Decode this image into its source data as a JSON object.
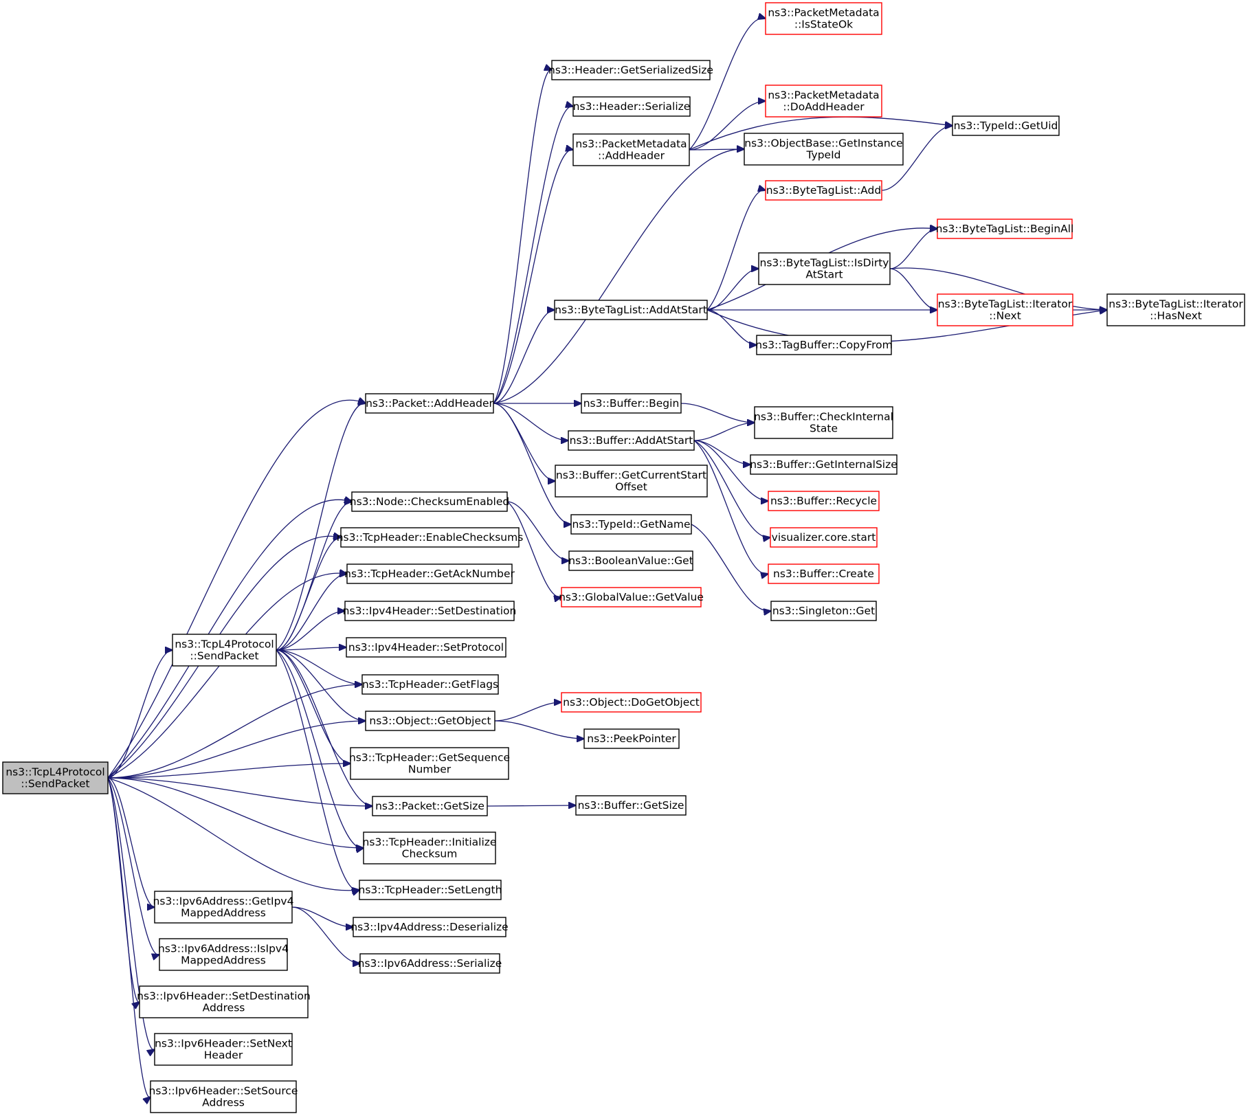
{
  "graph": {
    "title": "",
    "colors": {
      "edge": "#191970",
      "truncated_border": "#ff0000",
      "root_fill": "#bfbfbf"
    },
    "nodes": [
      {
        "id": "root",
        "label": "ns3::TcpL4Protocol\n::SendPacket",
        "style": "root"
      },
      {
        "id": "packet_addheader",
        "label": "ns3::Packet::AddHeader",
        "style": "normal"
      },
      {
        "id": "node_checksumenabled",
        "label": "ns3::Node::ChecksumEnabled",
        "style": "normal"
      },
      {
        "id": "tcpheader_enablechecksums",
        "label": "ns3::TcpHeader::EnableChecksums",
        "style": "normal"
      },
      {
        "id": "tcpheader_getacknumber",
        "label": "ns3::TcpHeader::GetAckNumber",
        "style": "normal"
      },
      {
        "id": "tcpl4_sendpacket2",
        "label": "ns3::TcpL4Protocol\n::SendPacket",
        "style": "normal"
      },
      {
        "id": "ipv4header_setdestination",
        "label": "ns3::Ipv4Header::SetDestination",
        "style": "normal"
      },
      {
        "id": "ipv4header_setprotocol",
        "label": "ns3::Ipv4Header::SetProtocol",
        "style": "normal"
      },
      {
        "id": "tcpheader_getflags",
        "label": "ns3::TcpHeader::GetFlags",
        "style": "normal"
      },
      {
        "id": "object_getobject",
        "label": "ns3::Object::GetObject",
        "style": "normal"
      },
      {
        "id": "tcpheader_getsequencenumber",
        "label": "ns3::TcpHeader::GetSequence\nNumber",
        "style": "normal"
      },
      {
        "id": "packet_getsize",
        "label": "ns3::Packet::GetSize",
        "style": "normal"
      },
      {
        "id": "tcpheader_initializechecksum",
        "label": "ns3::TcpHeader::Initialize\nChecksum",
        "style": "normal"
      },
      {
        "id": "tcpheader_setlength",
        "label": "ns3::TcpHeader::SetLength",
        "style": "normal"
      },
      {
        "id": "ipv6address_getipv4mapped",
        "label": "ns3::Ipv6Address::GetIpv4\nMappedAddress",
        "style": "normal"
      },
      {
        "id": "ipv6address_isipv4mapped",
        "label": "ns3::Ipv6Address::IsIpv4\nMappedAddress",
        "style": "normal"
      },
      {
        "id": "ipv6header_setdestination",
        "label": "ns3::Ipv6Header::SetDestination\nAddress",
        "style": "normal"
      },
      {
        "id": "ipv6header_setnextheader",
        "label": "ns3::Ipv6Header::SetNext\nHeader",
        "style": "normal"
      },
      {
        "id": "ipv6header_setsource",
        "label": "ns3::Ipv6Header::SetSource\nAddress",
        "style": "normal"
      },
      {
        "id": "ipv4address_deserialize",
        "label": "ns3::Ipv4Address::Deserialize",
        "style": "normal"
      },
      {
        "id": "ipv6address_serialize",
        "label": "ns3::Ipv6Address::Serialize",
        "style": "normal"
      },
      {
        "id": "header_getserializedsize",
        "label": "ns3::Header::GetSerializedSize",
        "style": "normal"
      },
      {
        "id": "header_serialize",
        "label": "ns3::Header::Serialize",
        "style": "normal"
      },
      {
        "id": "packetmetadata_addheader",
        "label": "ns3::PacketMetadata\n::AddHeader",
        "style": "normal"
      },
      {
        "id": "bytetaglist_addatstart",
        "label": "ns3::ByteTagList::AddAtStart",
        "style": "normal"
      },
      {
        "id": "buffer_begin",
        "label": "ns3::Buffer::Begin",
        "style": "normal"
      },
      {
        "id": "buffer_addatstart",
        "label": "ns3::Buffer::AddAtStart",
        "style": "normal"
      },
      {
        "id": "buffer_getcurrentstartoffset",
        "label": "ns3::Buffer::GetCurrentStart\nOffset",
        "style": "normal"
      },
      {
        "id": "typeid_getname",
        "label": "ns3::TypeId::GetName",
        "style": "normal"
      },
      {
        "id": "booleanvalue_get",
        "label": "ns3::BooleanValue::Get",
        "style": "normal"
      },
      {
        "id": "globalvalue_getvalue",
        "label": "ns3::GlobalValue::GetValue",
        "style": "red"
      },
      {
        "id": "object_dogetobject",
        "label": "ns3::Object::DoGetObject",
        "style": "red"
      },
      {
        "id": "peekpointer",
        "label": "ns3::PeekPointer",
        "style": "normal"
      },
      {
        "id": "buffer_getsize",
        "label": "ns3::Buffer::GetSize",
        "style": "normal"
      },
      {
        "id": "packetmetadata_isstateok",
        "label": "ns3::PacketMetadata\n::IsStateOk",
        "style": "red"
      },
      {
        "id": "packetmetadata_doaddheader",
        "label": "ns3::PacketMetadata\n::DoAddHeader",
        "style": "red"
      },
      {
        "id": "objectbase_getinstancetypeid",
        "label": "ns3::ObjectBase::GetInstance\nTypeId",
        "style": "normal"
      },
      {
        "id": "typeid_getuid",
        "label": "ns3::TypeId::GetUid",
        "style": "normal"
      },
      {
        "id": "bytetaglist_add",
        "label": "ns3::ByteTagList::Add",
        "style": "red"
      },
      {
        "id": "bytetaglist_beginall",
        "label": "ns3::ByteTagList::BeginAll",
        "style": "red"
      },
      {
        "id": "bytetaglist_isdirtyatstart",
        "label": "ns3::ByteTagList::IsDirty\nAtStart",
        "style": "normal"
      },
      {
        "id": "bytetaglist_iterator_next",
        "label": "ns3::ByteTagList::Iterator\n::Next",
        "style": "red"
      },
      {
        "id": "bytetaglist_iterator_hasnext",
        "label": "ns3::ByteTagList::Iterator\n::HasNext",
        "style": "normal"
      },
      {
        "id": "tagbuffer_copyfrom",
        "label": "ns3::TagBuffer::CopyFrom",
        "style": "normal"
      },
      {
        "id": "buffer_checkinternalstate",
        "label": "ns3::Buffer::CheckInternal\nState",
        "style": "normal"
      },
      {
        "id": "buffer_getinternalsize",
        "label": "ns3::Buffer::GetInternalSize",
        "style": "normal"
      },
      {
        "id": "buffer_recycle",
        "label": "ns3::Buffer::Recycle",
        "style": "red"
      },
      {
        "id": "visualizer_core_start",
        "label": "visualizer.core.start",
        "style": "red"
      },
      {
        "id": "buffer_create",
        "label": "ns3::Buffer::Create",
        "style": "red"
      },
      {
        "id": "singleton_get",
        "label": "ns3::Singleton::Get",
        "style": "normal"
      }
    ],
    "edges": [
      [
        "root",
        "packet_addheader"
      ],
      [
        "root",
        "node_checksumenabled"
      ],
      [
        "root",
        "tcpheader_enablechecksums"
      ],
      [
        "root",
        "tcpheader_getacknumber"
      ],
      [
        "root",
        "tcpl4_sendpacket2"
      ],
      [
        "root",
        "tcpheader_getflags"
      ],
      [
        "root",
        "object_getobject"
      ],
      [
        "root",
        "tcpheader_getsequencenumber"
      ],
      [
        "root",
        "packet_getsize"
      ],
      [
        "root",
        "tcpheader_initializechecksum"
      ],
      [
        "root",
        "tcpheader_setlength"
      ],
      [
        "root",
        "ipv6address_getipv4mapped"
      ],
      [
        "root",
        "ipv6address_isipv4mapped"
      ],
      [
        "root",
        "ipv6header_setdestination"
      ],
      [
        "root",
        "ipv6header_setnextheader"
      ],
      [
        "root",
        "ipv6header_setsource"
      ],
      [
        "tcpl4_sendpacket2",
        "packet_addheader"
      ],
      [
        "tcpl4_sendpacket2",
        "node_checksumenabled"
      ],
      [
        "tcpl4_sendpacket2",
        "tcpheader_enablechecksums"
      ],
      [
        "tcpl4_sendpacket2",
        "tcpheader_getacknumber"
      ],
      [
        "tcpl4_sendpacket2",
        "ipv4header_setdestination"
      ],
      [
        "tcpl4_sendpacket2",
        "ipv4header_setprotocol"
      ],
      [
        "tcpl4_sendpacket2",
        "tcpheader_getflags"
      ],
      [
        "tcpl4_sendpacket2",
        "object_getobject"
      ],
      [
        "tcpl4_sendpacket2",
        "tcpheader_getsequencenumber"
      ],
      [
        "tcpl4_sendpacket2",
        "packet_getsize"
      ],
      [
        "tcpl4_sendpacket2",
        "tcpheader_initializechecksum"
      ],
      [
        "tcpl4_sendpacket2",
        "tcpheader_setlength"
      ],
      [
        "ipv6address_getipv4mapped",
        "ipv4address_deserialize"
      ],
      [
        "ipv6address_getipv4mapped",
        "ipv6address_serialize"
      ],
      [
        "packet_addheader",
        "header_getserializedsize"
      ],
      [
        "packet_addheader",
        "header_serialize"
      ],
      [
        "packet_addheader",
        "packetmetadata_addheader"
      ],
      [
        "packet_addheader",
        "objectbase_getinstancetypeid"
      ],
      [
        "packet_addheader",
        "bytetaglist_addatstart"
      ],
      [
        "packet_addheader",
        "buffer_begin"
      ],
      [
        "packet_addheader",
        "buffer_addatstart"
      ],
      [
        "packet_addheader",
        "buffer_getcurrentstartoffset"
      ],
      [
        "packet_addheader",
        "typeid_getname"
      ],
      [
        "node_checksumenabled",
        "booleanvalue_get"
      ],
      [
        "node_checksumenabled",
        "globalvalue_getvalue"
      ],
      [
        "object_getobject",
        "object_dogetobject"
      ],
      [
        "object_getobject",
        "peekpointer"
      ],
      [
        "packet_getsize",
        "buffer_getsize"
      ],
      [
        "packetmetadata_addheader",
        "packetmetadata_isstateok"
      ],
      [
        "packetmetadata_addheader",
        "typeid_getuid"
      ],
      [
        "packetmetadata_addheader",
        "packetmetadata_doaddheader"
      ],
      [
        "packetmetadata_addheader",
        "objectbase_getinstancetypeid"
      ],
      [
        "bytetaglist_add",
        "typeid_getuid"
      ],
      [
        "bytetaglist_addatstart",
        "bytetaglist_add"
      ],
      [
        "bytetaglist_addatstart",
        "bytetaglist_beginall"
      ],
      [
        "bytetaglist_addatstart",
        "bytetaglist_isdirtyatstart"
      ],
      [
        "bytetaglist_addatstart",
        "bytetaglist_iterator_next"
      ],
      [
        "bytetaglist_addatstart",
        "tagbuffer_copyfrom"
      ],
      [
        "bytetaglist_addatstart",
        "bytetaglist_iterator_hasnext"
      ],
      [
        "bytetaglist_isdirtyatstart",
        "bytetaglist_beginall"
      ],
      [
        "bytetaglist_isdirtyatstart",
        "bytetaglist_iterator_next"
      ],
      [
        "bytetaglist_isdirtyatstart",
        "bytetaglist_iterator_hasnext"
      ],
      [
        "bytetaglist_iterator_next",
        "bytetaglist_iterator_hasnext"
      ],
      [
        "buffer_begin",
        "buffer_checkinternalstate"
      ],
      [
        "buffer_addatstart",
        "buffer_checkinternalstate"
      ],
      [
        "buffer_addatstart",
        "buffer_getinternalsize"
      ],
      [
        "buffer_addatstart",
        "buffer_recycle"
      ],
      [
        "buffer_addatstart",
        "visualizer_core_start"
      ],
      [
        "buffer_addatstart",
        "buffer_create"
      ],
      [
        "typeid_getname",
        "singleton_get"
      ]
    ]
  }
}
